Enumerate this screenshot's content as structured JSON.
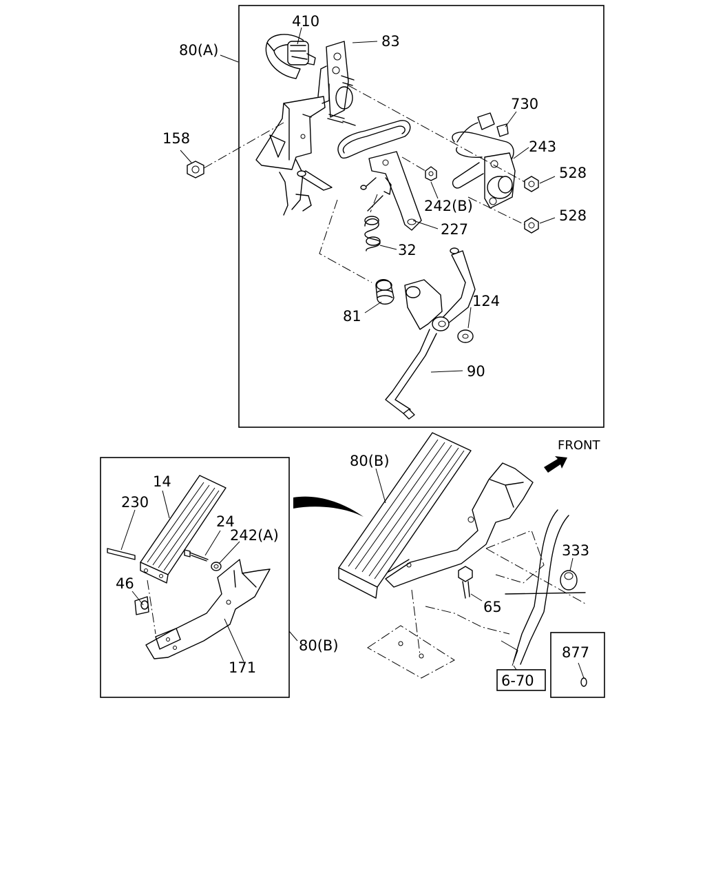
{
  "callouts": {
    "c410": "410",
    "c83": "83",
    "c80a": "80(A)",
    "c158": "158",
    "c730": "730",
    "c243": "243",
    "c528a": "528",
    "c528b": "528",
    "c242b": "242(B)",
    "c227": "227",
    "c32": "32",
    "c124": "124",
    "c81": "81",
    "c90": "90",
    "c80b_top": "80(B)",
    "c14": "14",
    "c230": "230",
    "c24": "24",
    "c242a": "242(A)",
    "c46": "46",
    "c171": "171",
    "c80b_side": "80(B)",
    "c333": "333",
    "c65": "65",
    "c877": "877",
    "ref670": "6-70",
    "front": "FRONT"
  },
  "icons": {
    "front_arrow": "arrow-front-icon",
    "transition_arrow": "curved-arrow-icon"
  }
}
